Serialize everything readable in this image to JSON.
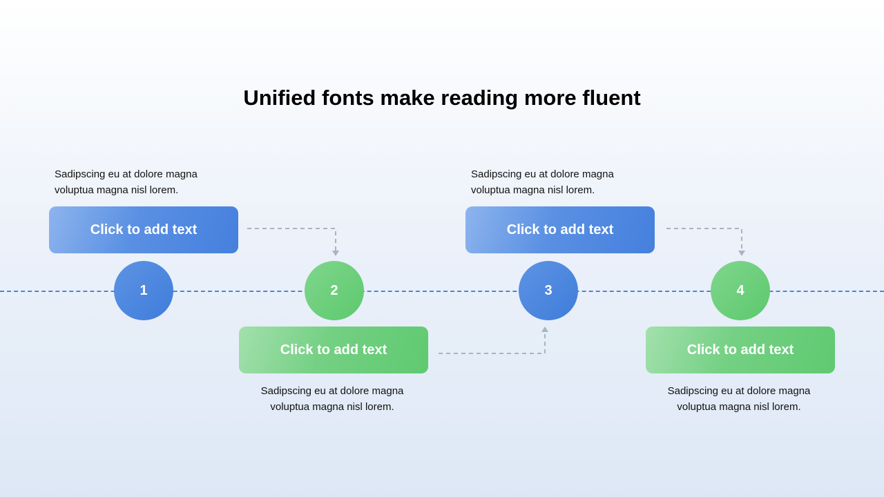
{
  "title": "Unified fonts make reading more fluent",
  "steps": [
    {
      "number": "1",
      "box_label": "Click to add text",
      "description": "Sadipscing eu at dolore magna voluptua magna nisl lorem.",
      "color": "#4580de"
    },
    {
      "number": "2",
      "box_label": "Click to add text",
      "description": "Sadipscing eu at dolore magna voluptua magna nisl lorem.",
      "color": "#5fca70"
    },
    {
      "number": "3",
      "box_label": "Click to add text",
      "description": "Sadipscing eu at dolore magna voluptua magna nisl lorem.",
      "color": "#4580de"
    },
    {
      "number": "4",
      "box_label": "Click to add text",
      "description": "Sadipscing eu at dolore magna voluptua magna nisl lorem.",
      "color": "#5fca70"
    }
  ],
  "colors": {
    "timeline": "#4a86d8",
    "connector": "#a9b3c2"
  }
}
